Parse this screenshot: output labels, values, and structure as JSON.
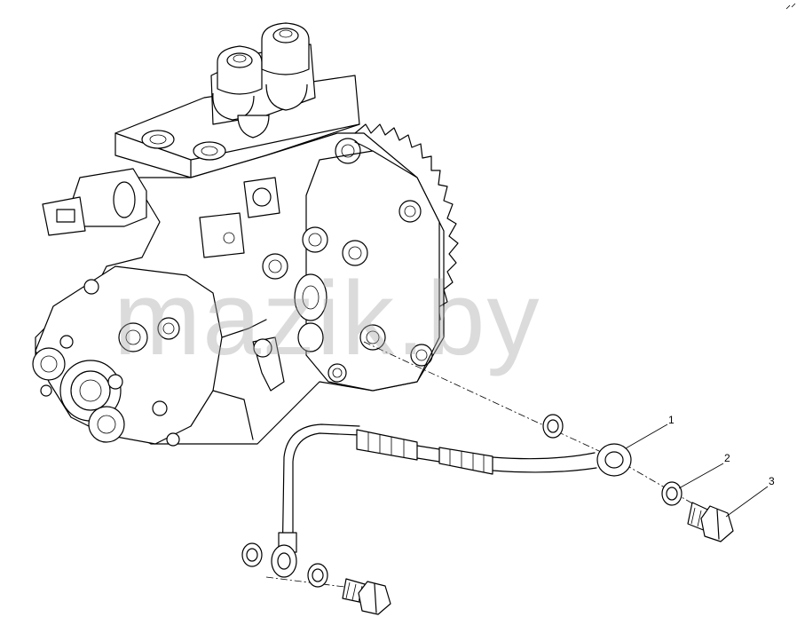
{
  "watermark": {
    "text": "mazik.by"
  },
  "callouts": [
    {
      "id": "1",
      "label": "1"
    },
    {
      "id": "2",
      "label": "2"
    },
    {
      "id": "3",
      "label": "3"
    }
  ],
  "colors": {
    "line": "#000000",
    "background": "#ffffff",
    "watermark": "#aaaaaa"
  }
}
